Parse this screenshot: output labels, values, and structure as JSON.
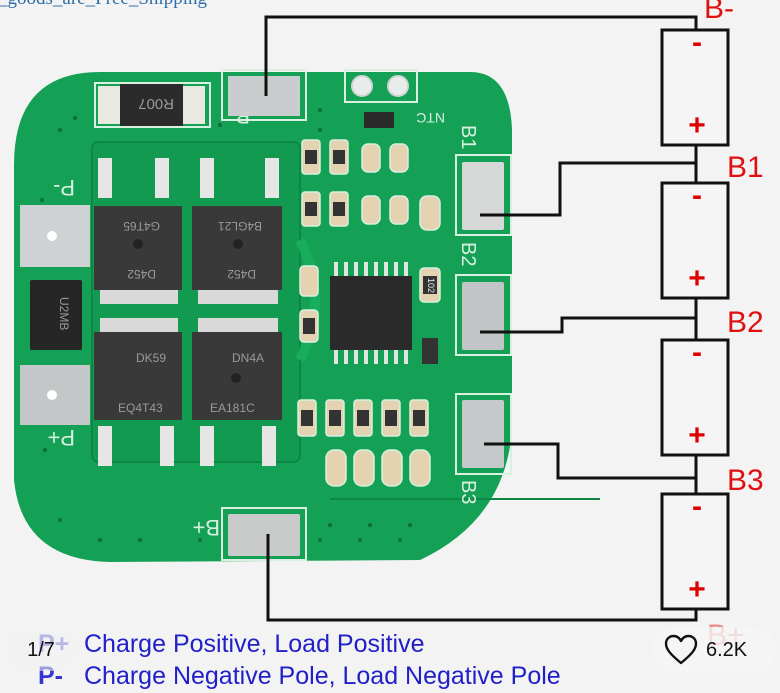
{
  "top_caption": "_goods_are_Free_Shipping",
  "board": {
    "silkscreen": {
      "b_minus": "B-",
      "b_plus": "B+",
      "p_minus": "P-",
      "p_plus": "P+",
      "b1": "B1",
      "b2": "B2",
      "b3": "B3",
      "ntc": "NTC",
      "shunt_resistor": "R007",
      "diode": "U2MB",
      "resistor_102": "102"
    },
    "mosfets": [
      {
        "top": "G4T65",
        "bottom": "D452"
      },
      {
        "top": "B4GL21",
        "bottom": "D452"
      },
      {
        "top": "DK59",
        "bottom": "EQ4T43"
      },
      {
        "top": "DN4A",
        "bottom": "EA181C"
      }
    ],
    "colors": {
      "pcb": "#14a156",
      "pcb_dark": "#0f8a47",
      "silk": "#d7f0df",
      "pad": "#c9cdcd"
    }
  },
  "diagram": {
    "terminals": [
      "B-",
      "B1",
      "B2",
      "B3",
      "B+"
    ],
    "cells": [
      {
        "negative": "-",
        "positive": "+"
      },
      {
        "negative": "-",
        "positive": "+"
      },
      {
        "negative": "-",
        "positive": "+"
      },
      {
        "negative": "-",
        "positive": "+"
      }
    ],
    "label_color": "#e01010"
  },
  "legend": [
    {
      "code": "P+",
      "text": "Charge Positive, Load Positive"
    },
    {
      "code": "P-",
      "text": "Charge Negative Pole, Load Negative Pole"
    }
  ],
  "overlay": {
    "page_indicator": "1/7",
    "like_count": "6.2K",
    "like_icon": "heart-outline-icon"
  }
}
